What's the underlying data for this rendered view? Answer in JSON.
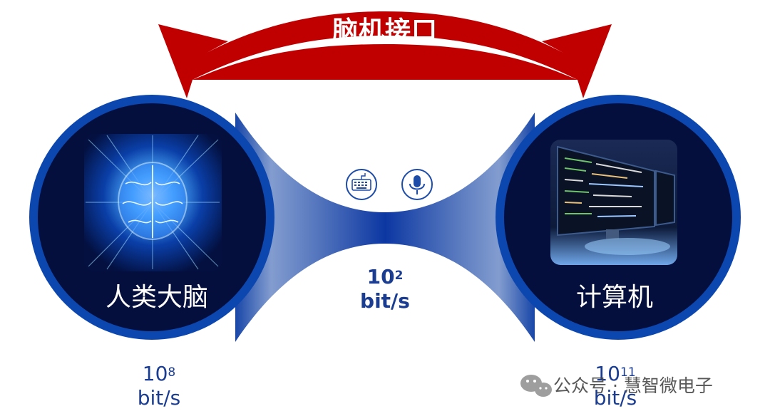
{
  "diagram": {
    "arrow_label": "脑机接口",
    "left_node": {
      "label": "人类大脑",
      "rate_base": "10",
      "rate_exp": "8",
      "rate_unit": "bit/s",
      "image": "brain-image"
    },
    "right_node": {
      "label": "计算机",
      "rate_base": "10",
      "rate_exp": "11",
      "rate_unit": "bit/s",
      "image": "computer-monitors-image"
    },
    "bottleneck": {
      "rate_base": "10",
      "rate_exp": "2",
      "rate_unit": "bit/s",
      "icons": [
        "keyboard-icon",
        "microphone-icon"
      ]
    }
  },
  "watermark": {
    "text": "公众号 · 慧智微电子",
    "icon": "wechat-icon"
  },
  "colors": {
    "arrow": "#c00000",
    "circle_ring": "#0c47b0",
    "circle_fill": "#050f3d",
    "text_blue": "#1a3d91"
  }
}
